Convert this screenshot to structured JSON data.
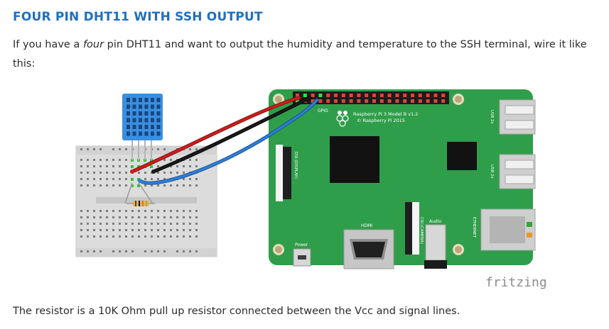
{
  "article": {
    "heading": "FOUR PIN DHT11 WITH SSH OUTPUT",
    "intro": {
      "before": "If you have a ",
      "emphasis": "four",
      "after": " pin DHT11 and want to output the humidity and temperature to the SSH terminal, wire it like this:"
    },
    "footer": "The resistor is a 10K Ohm pull up resistor connected between the Vcc and signal lines."
  },
  "diagram": {
    "board_title": "Raspberry Pi 3 Model B v1.2",
    "board_copyright": "© Raspberry Pi 2015",
    "gpio_label": "GPIO",
    "dsi_label": "DSI (DISPLAY)",
    "csi_label": "CSI (CAMERA)",
    "hdmi_label": "HDMI",
    "audio_label": "Audio",
    "power_label": "Power",
    "ethernet_label": "ETHERNET",
    "usb_label_1": "USB 2x",
    "usb_label_2": "USB 2x",
    "watermark": "fritzing",
    "colors": {
      "pcb": "#2f9e4a",
      "sensor": "#3a8ee0",
      "vcc_wire": "#cc1d1d",
      "gnd_wire": "#1a1a1a",
      "signal_wire": "#2d7ed8",
      "heading": "#1f6fc0"
    }
  }
}
